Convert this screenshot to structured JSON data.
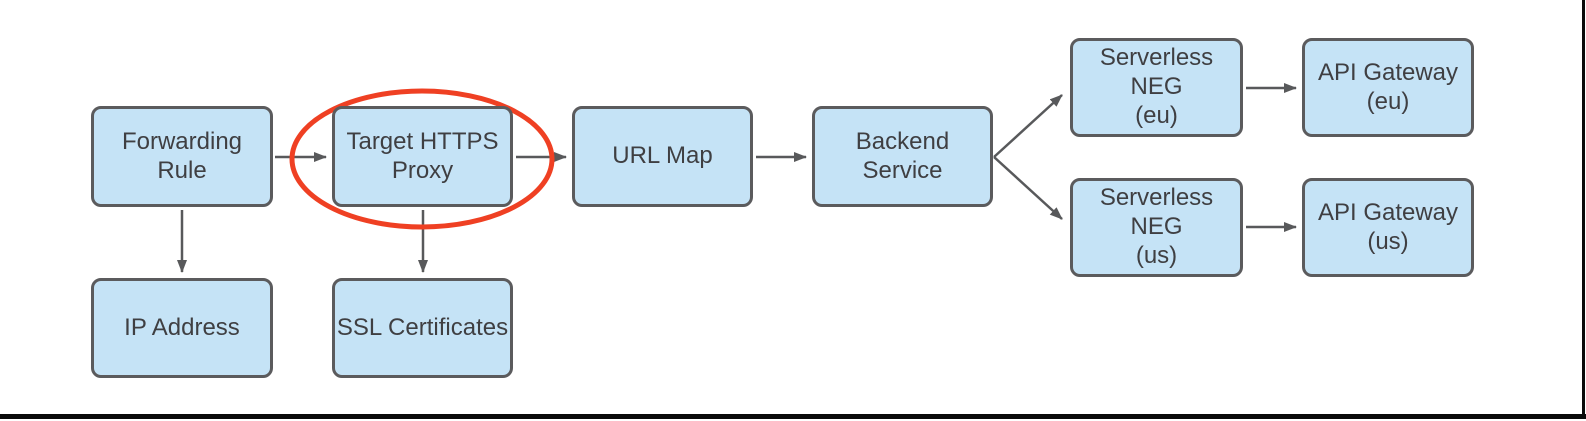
{
  "diagram": {
    "nodes": [
      {
        "id": "forwarding-rule",
        "label": "Forwarding Rule"
      },
      {
        "id": "target-https-proxy",
        "label": "Target HTTPS\nProxy",
        "highlighted": true
      },
      {
        "id": "url-map",
        "label": "URL Map"
      },
      {
        "id": "backend-service",
        "label": "Backend Service"
      },
      {
        "id": "serverless-neg-eu",
        "label": "Serverless NEG\n(eu)"
      },
      {
        "id": "api-gateway-eu",
        "label": "API Gateway\n(eu)"
      },
      {
        "id": "serverless-neg-us",
        "label": "Serverless NEG\n(us)"
      },
      {
        "id": "api-gateway-us",
        "label": "API Gateway\n(us)"
      },
      {
        "id": "ip-address",
        "label": "IP Address"
      },
      {
        "id": "ssl-certificates",
        "label": "SSL Certificates"
      }
    ],
    "edges": [
      {
        "from": "forwarding-rule",
        "to": "target-https-proxy"
      },
      {
        "from": "target-https-proxy",
        "to": "url-map"
      },
      {
        "from": "url-map",
        "to": "backend-service"
      },
      {
        "from": "backend-service",
        "to": "serverless-neg-eu"
      },
      {
        "from": "backend-service",
        "to": "serverless-neg-us"
      },
      {
        "from": "serverless-neg-eu",
        "to": "api-gateway-eu"
      },
      {
        "from": "serverless-neg-us",
        "to": "api-gateway-us"
      },
      {
        "from": "forwarding-rule",
        "to": "ip-address"
      },
      {
        "from": "target-https-proxy",
        "to": "ssl-certificates"
      }
    ],
    "highlight": {
      "shape": "ellipse",
      "node": "target-https-proxy",
      "color": "#EF4023"
    },
    "colors": {
      "node_fill": "#C5E3F6",
      "node_border": "#5B5B5D",
      "node_text": "#3F3F42",
      "arrow": "#58595B",
      "highlight": "#EF4023",
      "page_rule": "#0a0a0a",
      "background": "#ffffff"
    }
  }
}
